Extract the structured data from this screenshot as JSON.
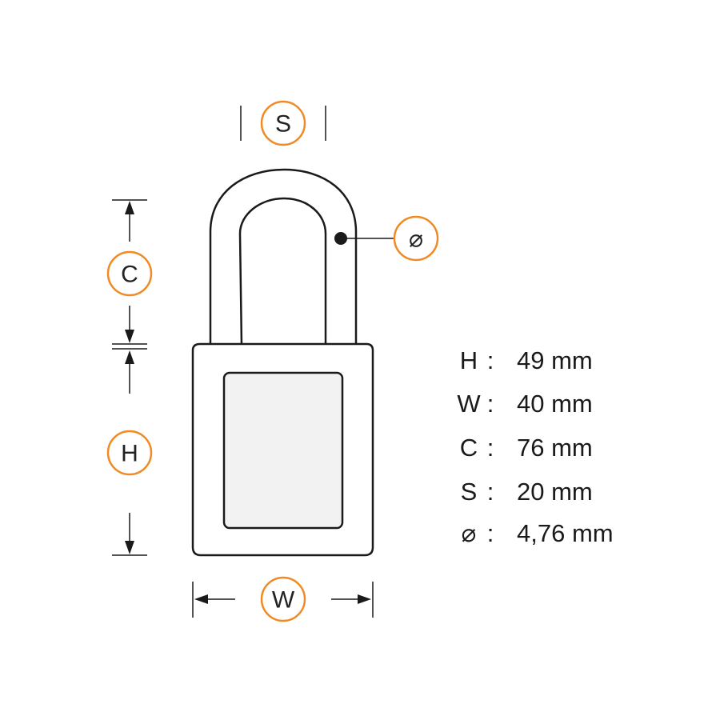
{
  "colors": {
    "badge_ring": "#f08a24",
    "outline": "#1a1a1a",
    "lock_fill": "#ffffff",
    "panel_fill": "#f2f2f2"
  },
  "badges": {
    "shackle_width": "S",
    "shackle_clearance": "C",
    "body_height": "H",
    "body_width": "W",
    "shackle_diameter": "⌀"
  },
  "specs": [
    {
      "key": "H",
      "sep": ":",
      "value": "49 mm"
    },
    {
      "key": "W",
      "sep": ":",
      "value": "40 mm"
    },
    {
      "key": "C",
      "sep": ":",
      "value": "76 mm"
    },
    {
      "key": "S",
      "sep": ":",
      "value": "20 mm"
    },
    {
      "key": "⌀",
      "sep": ":",
      "value": "4,76 mm"
    }
  ]
}
